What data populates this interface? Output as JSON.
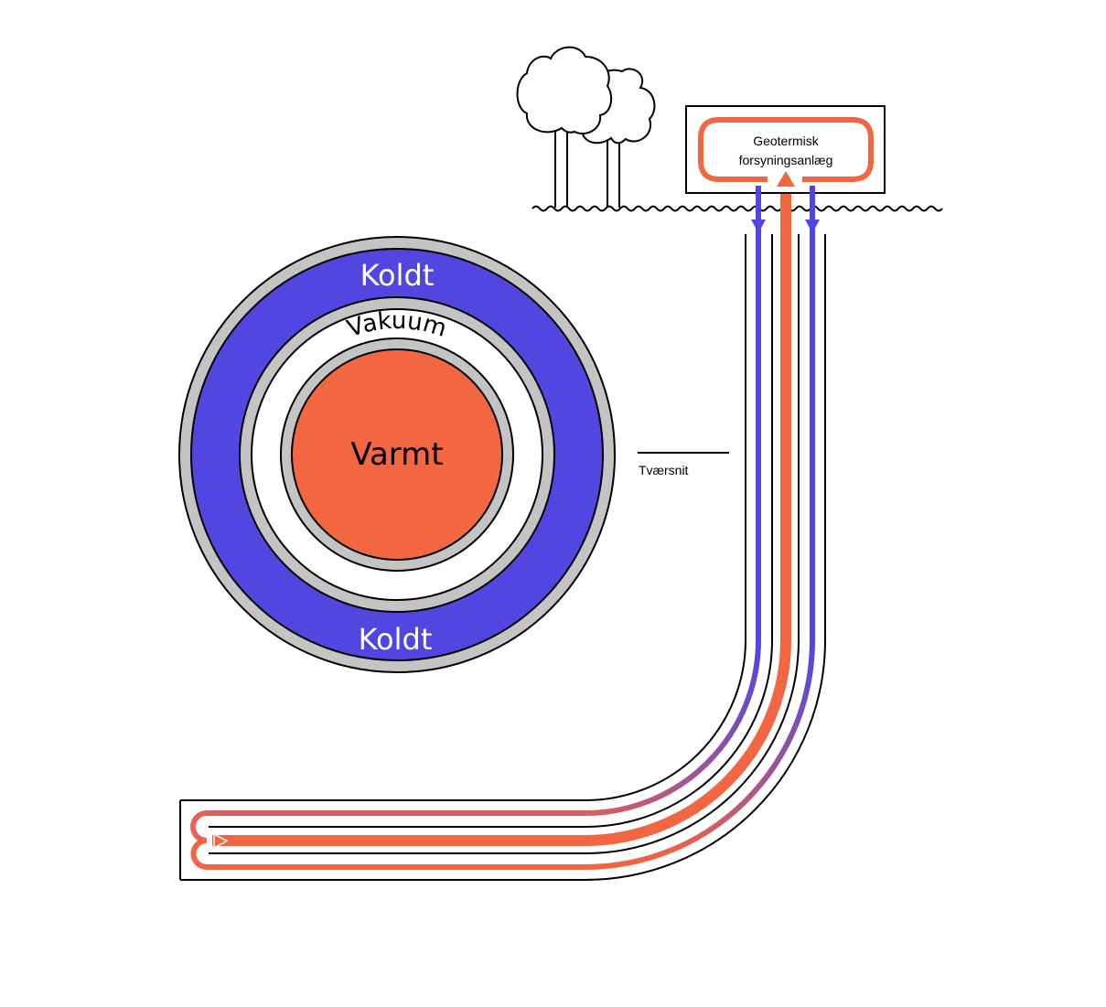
{
  "colors": {
    "hot": "#F26641",
    "cold": "#5146E0",
    "insulation": "#C4C4C4",
    "outline": "#000000",
    "background": "#FFFFFF"
  },
  "cross_section": {
    "cold_top_label": "Koldt",
    "vacuum_label": "Vakuum",
    "hot_label": "Varmt",
    "cold_bottom_label": "Koldt",
    "caption": "Tværsnit"
  },
  "plant": {
    "line1": "Geotermisk",
    "line2": "forsyningsanlæg"
  },
  "flows": [
    {
      "name": "cold-inflow-left",
      "direction": "down",
      "medium": "cold"
    },
    {
      "name": "hot-outflow-center",
      "direction": "up",
      "medium": "hot"
    },
    {
      "name": "cold-inflow-right",
      "direction": "down",
      "medium": "cold"
    }
  ],
  "scene": {
    "trees": 2,
    "ground": "wavy-surface"
  }
}
